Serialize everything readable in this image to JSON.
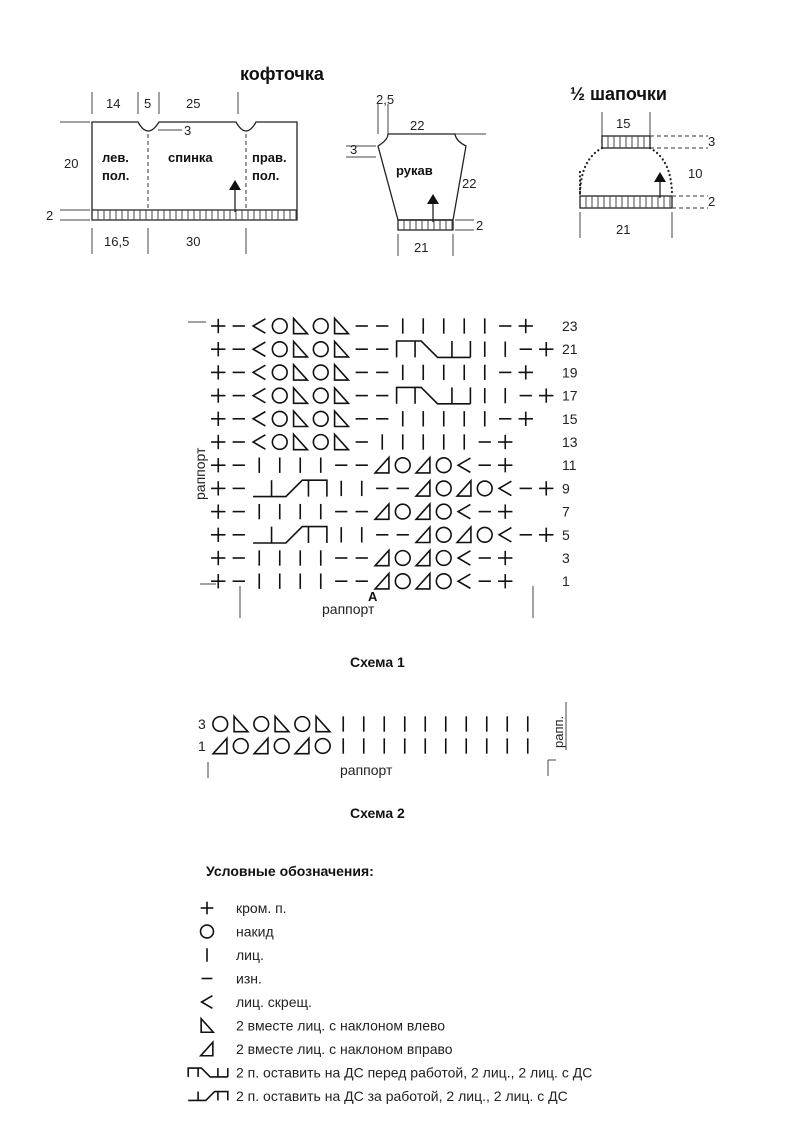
{
  "pattern_titles": {
    "jacket": "кофточка",
    "half_hat": "½ шапочки"
  },
  "jacket": {
    "labels": {
      "left_front": [
        "лев.",
        "пол."
      ],
      "back": "спинка",
      "right_front": [
        "прав.",
        "пол."
      ]
    },
    "top_dims": [
      "14",
      "5",
      "25"
    ],
    "neck_depth": "3",
    "height": "20",
    "band": "2",
    "bottom_dims": [
      "16,5",
      "30"
    ]
  },
  "sleeve": {
    "label": "рукав",
    "top_offset": "2,5",
    "top_width": "22",
    "cap": "3",
    "length": "22",
    "band": "2",
    "cuff_width": "21"
  },
  "hat": {
    "top_width": "15",
    "top_band": "3",
    "height": "10",
    "band": "2",
    "bottom_width": "21"
  },
  "scheme1": {
    "title": "Схема 1",
    "rapport_label": "раппорт",
    "vertical_rapport_label": "раппорт",
    "marker": "A",
    "row_numbers": [
      "23",
      "21",
      "19",
      "17",
      "15",
      "13",
      "11",
      "9",
      "7",
      "5",
      "3",
      "1"
    ],
    "rows": [
      "+-<OBOB--|||||-+",
      "+-<OBOB--C2||-+",
      "+-<OBOB--|||||-+",
      "+-<OBOB--C2||-+",
      "+-<OBOB--|||||-+",
      "+-<OBOB-|||||-+",
      "+-||||--DODO<-+",
      "+-E2||--DODO<-+",
      "+-||||--DODO<-+",
      "+-E2||--DODO<-+",
      "+-||||--DODO<-+",
      "+-||||--DODO<-+"
    ]
  },
  "scheme2": {
    "title": "Схема 2",
    "rapport_label": "раппорт",
    "side_label": "рапп.",
    "row_numbers": [
      "3",
      "1"
    ],
    "rows": [
      "OBOBOB||||||||||",
      "DODODO||||||||||"
    ]
  },
  "legend": {
    "title": "Условные обозначения:",
    "items": [
      {
        "icon": "plus-icon",
        "text": "кром. п."
      },
      {
        "icon": "circle-icon",
        "text": "накид"
      },
      {
        "icon": "vertical-bar-icon",
        "text": "лиц."
      },
      {
        "icon": "dash-icon",
        "text": "изн."
      },
      {
        "icon": "less-than-icon",
        "text": "лиц. скрещ."
      },
      {
        "icon": "left-slant-triangle-icon",
        "text": "2 вместе лиц. с наклоном влево"
      },
      {
        "icon": "right-slant-triangle-icon",
        "text": "2 вместе лиц. с наклоном вправо"
      },
      {
        "icon": "cable-front-icon",
        "text": "2 п. оставить на ДС перед работой, 2 лиц., 2 лиц. с ДС"
      },
      {
        "icon": "cable-back-icon",
        "text": "2 п. оставить на ДС за работой, 2 лиц., 2 лиц. с ДС"
      }
    ]
  }
}
